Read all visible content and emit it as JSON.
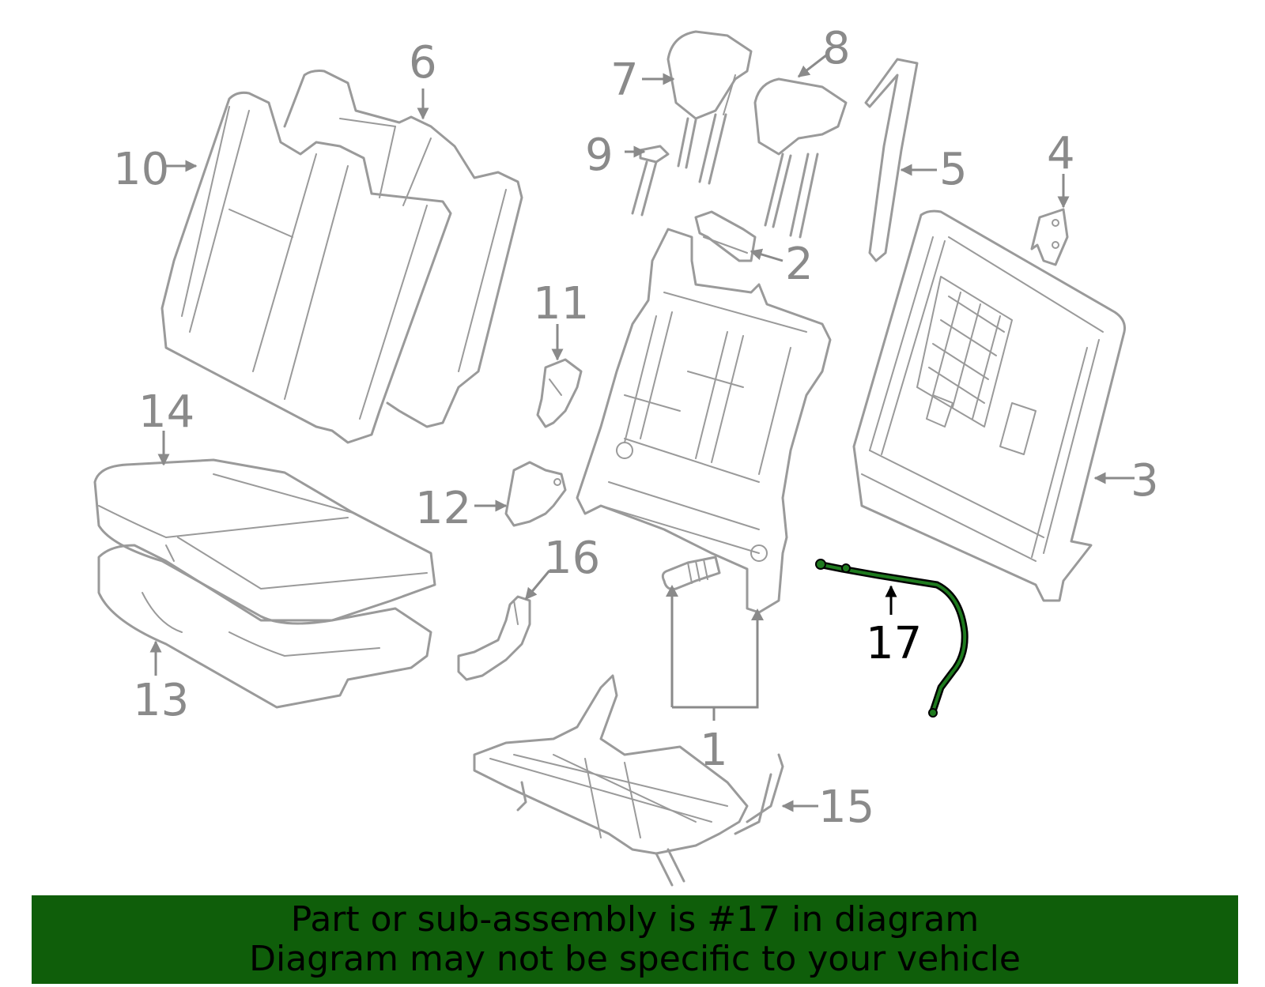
{
  "callouts": {
    "c1": "1",
    "c2": "2",
    "c3": "3",
    "c4": "4",
    "c5": "5",
    "c6": "6",
    "c7": "7",
    "c8": "8",
    "c9": "9",
    "c10": "10",
    "c11": "11",
    "c12": "12",
    "c13": "13",
    "c14": "14",
    "c15": "15",
    "c16": "16",
    "c17": "17"
  },
  "highlight": {
    "part_number": "17",
    "cable_color": "#1e7a1e",
    "banner_color": "#0f5e0a"
  },
  "banner": {
    "line1": "Part or sub-assembly is #17 in diagram",
    "line2": "Diagram may not be specific to your vehicle"
  }
}
